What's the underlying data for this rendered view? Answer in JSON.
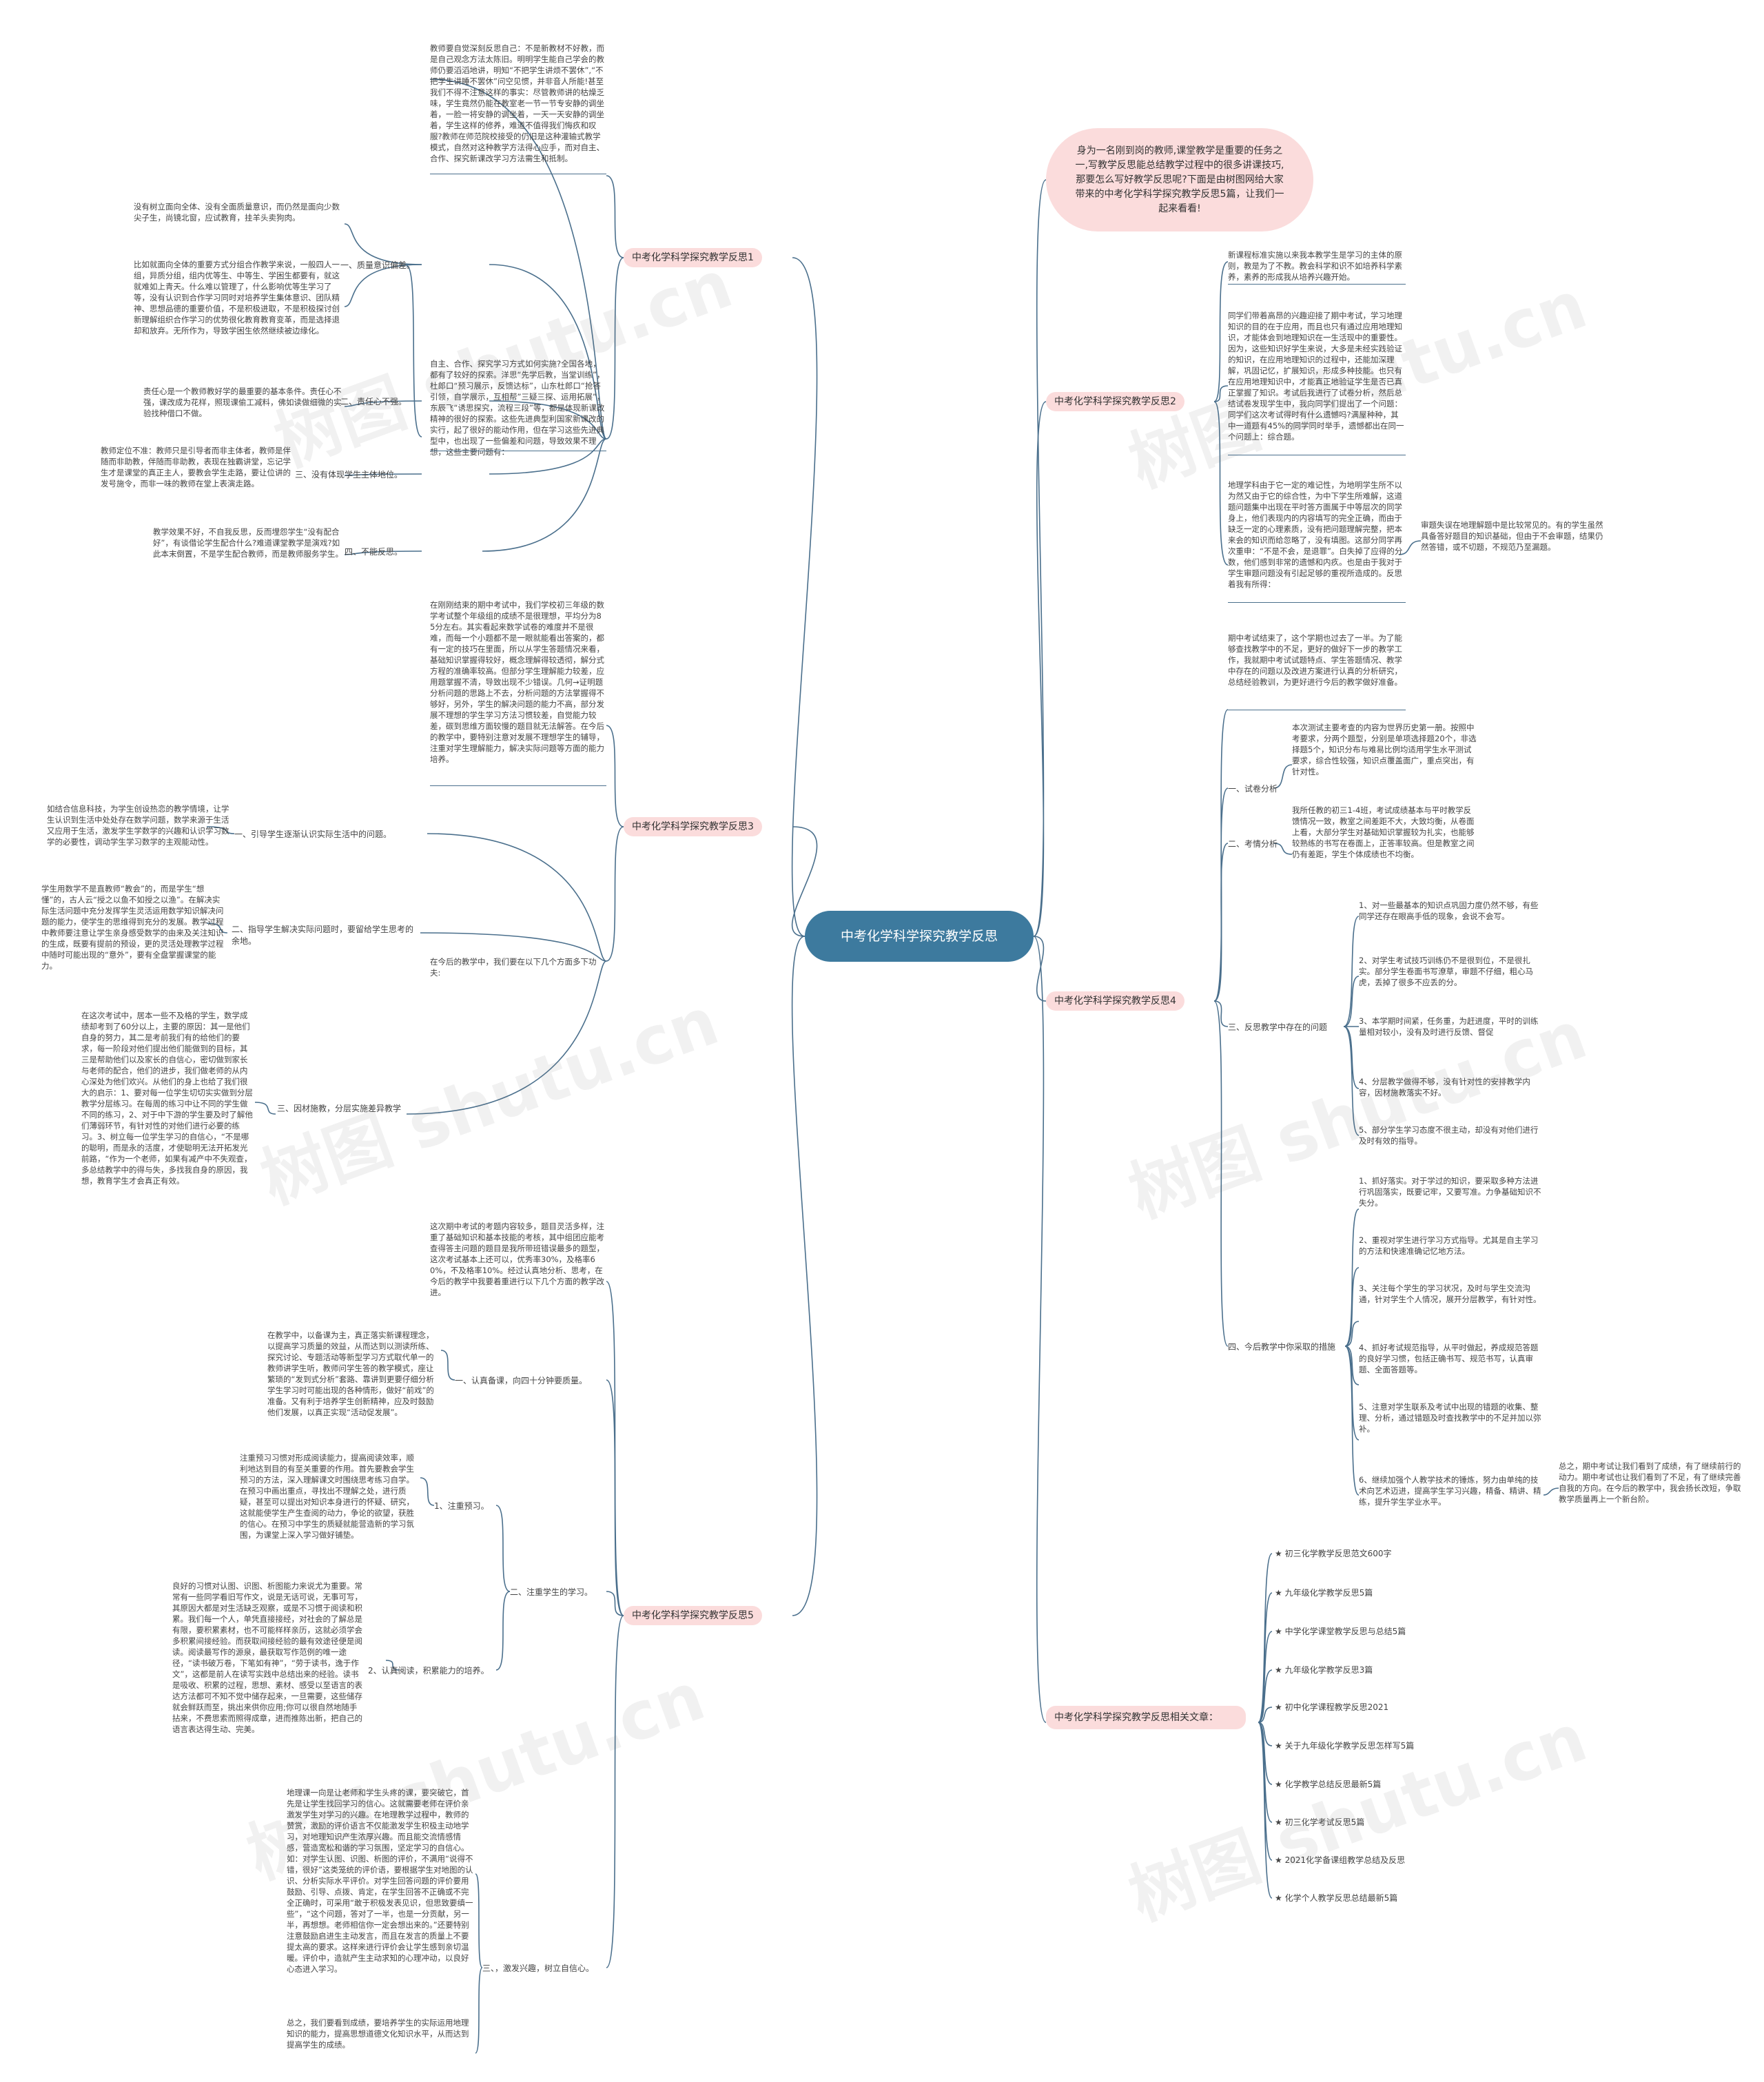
{
  "colors": {
    "center": "#3d7a9e",
    "branch": "#fbdcdc",
    "line": "#4a6f8c"
  },
  "center": "中考化学科学探究教学反思",
  "intro": "身为一名刚到岗的教师,课堂教学是重要的任务之一,写教学反思能总结教学过程中的很多讲课技巧,那要怎么写好教学反思呢?下面是由树图网给大家带来的中考化学科学探究教学反思5篇，让我们一起来看看!",
  "watermark": "树图 shutu.cn",
  "b1": {
    "title": "中考化学科学探究教学反思1",
    "intro_text": "教师要自觉深刻反思自己：不是新教材不好教，而是自己观念方法太陈旧。明明学生能自己学会的教师仍要滔滔地讲，明知“不把学生讲烦不罢休”,“不把学生讲睡不罢休”问空见惯，并非音人所能!甚至我们不得不注意这样的事实：尽管教师讲的枯燥乏味，学生竟然仍能在教室老一节一节专安静的调坐着，一脸一将安静的调坐着，一天一天安静的调坐着，学生这样的修养，难道不值得我们悔疚和叹服?教师在师范院校接受的仍旧是这种灌输式教学模式，自然对这种教学方法得心应手，而对自主、合作、探究新课改学习方法需生和抵制。",
    "s1_label": "一、质量意识偏差。",
    "s1_a": "没有树立面向全体、没有全面质量意识，而仍然是面向少数尖子生，尚镜北窗，应试教育，挂羊头卖狗肉。",
    "s1_b": "比如就面向全体的重要方式分组合作教学来说，一般四人一组，异质分组，组内优等生、中等生、学困生都要有，就这就难如上青天。什么难以管理了，什么影响优等生学习了等，没有认识到合作学习同时对培养学生集体意识、团队精神、思想品德的重要价值，不是积极进取，不是积极探讨创新理解组织合作学习的优势很化教育教育变革，而是选择退却和放弃。无所作为，导致学困生依然继续被边缘化。",
    "s1_c": "自主、合作、探究学习方式如何实施?全国各地，都有了较好的探索。洋思“先学后教，当堂训练”，杜郎口“预习展示，反馈达标”，山东杜郎口“抢答引领，自学展示，互相帮”三疑三探、运用拓展”，东辰飞“诱思探究，流程三段”等，都是体现新课改精神的很好的探索。这些先进典型利国家新课改的实行，起了很好的能动作用，但在学习这些先进典型中，也出现了一些偏差和问题，导致效果不理想，这些主要问题有：",
    "s2_label": "二、责任心不强。",
    "s2_a": "责任心是一个教师教好学的最重要的基本条件。责任心不强，课改成为花样，照现课偷工减料，佛如读做细微的实验找种借口不做。",
    "s3_label": "三、没有体现学生主体地位。",
    "s3_a": "教师定位不准：教师只是引导者而非主体者，教师是伴随而非助教，伴随而非助教，表现在独霸讲堂，忘记学生才是课堂的真正主人，要教会学生走路，要让位讲的发号施令，而非一味的教师在堂上表演走路。",
    "s4_label": "四、不能反思。",
    "s4_a": "教学效果不好，不自我反思，反而埋怨学生“没有配合好”，有谈借论学生配合什么?难道课堂教学是演戏?如此本末倒置，不是学生配合教师，而是教师服务学生。"
  },
  "b2": {
    "title": "中考化学科学探究教学反思2",
    "p1": "新课程标准实施以来我本教学生是学习的主体的原则，教是为了不教。教会科学和识不如培养科学素养，素养的形成我从培养兴趣开始。",
    "p2": "同学们带着高昂的兴趣迎接了期中考试，学习地理知识的目的在于应用，而且也只有通过应用地理知识，才能体会到地理知识在一生活现中的重要性。因为，这些知识好学生来说，大多是未经实践验证的知识，在应用地理知识的过程中，还能加深理解，巩固记忆，扩展知识，形成多种技能。也只有在应用地理知识中，才能真正地验证学生是否已真正掌握了知识。考试后我进行了试卷分析，然后总结试卷发现学生中，我向同学们提出了一个问题：同学们这次考试得时有什么遗憾吗?满屋种种，其中一道题有45%的同学同时举手，遗憾都出在同一个问题上：综合题。",
    "p3": "地理学科由于它一定的难记性，为地明学生所不以为然又由于它的综合性，为中下学生所难解，这道题问题集中出现在平时答方面属于中等层次的同学身上，他们表现内的内容填写的完全正确，而由于缺乏一定的心理素质，没有把问题理解完整，把本来会的知识而给忽略了，没有填图。这部分同学再次重申：“不是不会，是退罪”。白失掉了应得的分数，他们感到非常的遗憾和内疚。也是由于我对于学生审题问题没有引起足够的重视所造成的。反思着我有所得：",
    "p3_side": "审题失误在地理解题中是比较常见的。有的学生虽然具备答好题目的知识基础，但由于不会审题，结果仍然答错，或不切题，不规范乃至漏题。"
  },
  "b3": {
    "title": "中考化学科学探究教学反思3",
    "intro_text": "在刚刚结束的期中考试中，我们学校初三年级的数学考试整个年级组的成绩不是很理想，平均分为85分左右。其实看起来数学试卷的难度并不是很难，而每一个小题都不是一眼就能看出答案的，都有一定的技巧在里面，所以从学生答题情况来看，基础知识掌握得较好，概念理解得较透彻，解分式方程的准确率较高。但部分学生理解能力较差，应用题掌握不清，导致出现不少错误。几何→证明题分析问题的思路上不去，分析问题的方法掌握得不够好，另外，学生的解决问题的能力不高，部分发展不理想的学生学习方法习惯较差，自觉能力较差，碳到思维方面较慢的题目就无法解答。在今后的教学中，要特别注意对发展不理想学生的辅导，注重对学生理解能力，解决实际问题等方面的能力培养。",
    "bottom_text": "在今后的教学中，我们要在以下几个方面多下功夫:",
    "s1_label": "一、引导学生逐渐认识实际生活中的问题。",
    "s1_a": "如结合信息科技，为学生创设热恋的教学情境，让学生认识到生活中处处存在数学问题，数学来源于生活又应用于生活，激发学生学数学的兴趣和认识学习数学的必要性，调动学生学习数学的主观能动性。",
    "s2_label": "二、指导学生解决实际问题时，要留给学生思考的余地。",
    "s2_a": "学生用数学不是直教师“教会”的，而是学生“想懂”的，古人云“授之以鱼不如授之以渔”。在解决实际生活问题中充分发挥学生灵活运用数学知识解决问题的能力，使学生的思维得到充分的发展。教学过程中教师要注意让学生亲身感受数学的由来及关注知识的生成，既要有提前的预设，更的灵活处理教学过程中随时可能出现的“意外”，要有全盘掌握课堂的能力。",
    "s3_label": "三、因材施教，分层实施差异教学",
    "s3_a": "在这次考试中，居本一些不及格的学生，数学成绩却考到了60分以上，主要的原因：其一是他们自身的努力，其二是考前我们有的给他们的要求，每一阶段对他们提出他们能做到的目标，其三是帮助他们以及家长的自信心，密切做到家长与老师的配合，他们的进步，我们做老师的从内心深处为他们欢兴。从他们的身上也给了我们很大的启示：1、要对每一位学生切切实实做到分层教学分层练习。在每周的练习中让不同的学生做不同的练习，2、对于中下游的学生要及时了解他们薄弱环节，有针对性的对他们进行必要的练习。3、树立每一位学生学习的自信心，“不是哪的聪明，而是永的活度，才使聪明无法开拓发光前路，“作为一个老师，如果有减产中不失观查，多总结教学中的得与失，多找我自身的原因，我想，教育学生才会真正有效。"
  },
  "b4": {
    "title": "中考化学科学探究教学反思4",
    "intro_text": "期中考试结束了，这个学期也过去了一半。为了能够查找教学中的不足，更好的做好下一步的教学工作，我就期中考试试题特点、学生答题情况、教学中存在的问题以及改进方案进行认真的分析研究，总结经验教训，为更好进行今后的教学做好准备。",
    "s1_label": "一、试卷分析",
    "s1_a": "本次测试主要考查的内容为世界历史第一册。按照中考要求，分两个题型，分别是单项选择题20个，非选择题5个，知识分布与难易比例均适用学生水平测试要求，综合性较强，知识点覆盖面广，重点突出，有针对性。",
    "s2_label": "二、考情分析",
    "s2_a": "我所任教的初三1-4班，考试成绩基本与平时教学反馈情况一致，教室之间差距不大，大致均衡，从卷面上看，大部分学生对基础知识掌握较为扎实，也能够较熟练的书写在卷面上，正答率较高。但是教室之间仍有差距，学生个体成绩也不均衡。",
    "s3_label": "三、反思教学中存在的问题",
    "s3_items": [
      "1、对一些最基本的知识点巩固力度仍然不够，有些同学还存在眼高手低的现象，会说不会写。",
      "2、对学生考试技巧训练仍不是很到位，不是很扎实。部分学生卷面书写潦草，审题不仔细，粗心马虎，丢掉了很多不应丢的分。",
      "3、本学期时间紧，任务重，为赶进度，平时的训练量相对较小，没有及时进行反馈、督促",
      "4、分层教学做得不够，没有针对性的安排教学内容，因材施教落实不好。",
      "5、部分学生学习态度不很主动，却没有对他们进行及时有效的指导。"
    ],
    "s4_label": "四、今后教学中你采取的措施",
    "s4_items": [
      "1、抓好落实。对于学过的知识，要采取多种方法进行巩固落实，既要记牢，又要写准。力争基础知识不失分。",
      "2、重视对学生进行学习方式指导。尤其是自主学习的方法和快速准确记忆地方法。",
      "3、关注每个学生的学习状况，及时与学生交流沟通，针对学生个人情况，展开分层教学，有针对性。",
      "4、抓好考试规范指导，从平时做起，养成规范答题的良好学习惯，包括正确书写、规范书写，认真审题、全面答题等。",
      "5、注意对学生联系及考试中出现的错题的收集、整理、分析，通过错题及时查找教学中的不足并加以弥补。",
      "6、继续加强个人教学技术的锤炼，努力由单纯的技术向艺术迈进，提高学生学习兴趣，精备、精讲、精练，提升学生学业水平。"
    ],
    "s4_side": "总之，期中考试让我们看到了成绩，有了继续前行的动力。期中考试也让我们看到了不足，有了继续完善自我的方向。在今后的教学中，我会扬长改短，争取教学质量再上一个新台阶。"
  },
  "b5": {
    "title": "中考化学科学探究教学反思5",
    "intro_text": "这次期中考试的考题内容较多，题目灵活多样，注重了基础知识和基本技能的考核，其中组团应能考查得答主问题的题目是我所带班错误最多的题型，这次考试基本上还可以，优秀率30%，及格率60%，不及格率10%。经过认真地分析、思考，在今后的教学中我要着重进行以下几个方面的教学改进。",
    "s1_label": "一、认真备课，向四十分钟要质量。",
    "s1_a": "在教学中，以备课为主，真正落实新课程理念，以提高学习质量的效益，从而达到以测读所练、探究讨论、专题活动等新型学习方式取代单一的教师讲学生听，教师问学生答的教学模式，座让繁琐的“发到式分析”套路、靠讲到更要仔细分析学生学习时可能出现的各种情形，做好“前戏”的准备。又有利于培养学生创新精神，应及时鼓励他们发展，以真正实现“活动促发展”。",
    "s2_label": "二、注重学生的学习。",
    "s2_1_label": "1、注重预习。",
    "s2_1_a": "注重预习习惯对形成阅读能力，提高阅读效率，顺利地达到目的有至关重要的作用。首先要教会学生预习的方法，深入理解课文时围绕思考练习自学。在预习中画出重点，寻找出不理解之处，进行质疑，甚至可以提出对知识本身进行的怀疑、研究，这就能使学生产生查阅的动力，争论的欲望，获胜的信心。在预习中学生的质疑就能营造新的学习氛围，为课堂上深入学习做好铺垫。",
    "s2_2_label": "2、认真阅读，积累能力的培养。",
    "s2_2_a": "良好的习惯对认图、识图、析图能力来说尤为重要。常常有一些同学看旧写作文，说是无话可说，无事可写，其原因大都是对生活缺乏观察，或是不习惯于阅读和积累。我们每一个人，单凭直接接经，对社会的了解总是有限，要积累素材，也不可能样样亲历，这就必须学会多积累间接经验。而获取间接经验的最有效途径便是阅读。阅读最写作的源泉，最获取写作范例的唯一途径，“读书破万卷，下笔如有神”，“劳于读书，逸于作文”，这都是前人在读写实践中总结出来的经验。读书是吸收、积累的过程，思想、素材、感受以至语言的表达方法都可不知不觉中储存起来，一旦需要，这些储存就会鲜跃而至，挑出来供你应用;你可以很自然地随手拈来，不费思索而照得成章，进而推陈出新，把自己的语言表达得生动、完美。",
    "s3_label": "三、，激发兴趣，树立自信心。",
    "s3_a": "地理课一向是让老师和学生头疼的课，要突破它，首先是让学生找回学习的信心。这就需要老师在评价亲激发学生对学习的兴趣。在地理教学过程中，教师的赞赏，激励的评价语言不仅能激发学生积极主动地学习，对地理知识产生浓厚兴趣。而且能交流情感情感，营造宽松和谐的学习氛围，坚定学习的自信心。如：对学生认图、识图、析图的评价，不满用“说得不错，很好”这类笼统的评价语，要根据学生对地图的认识、分析实际水平评价。对学生回答问题的评价要用鼓励、引导、点拨、肯定，在学生回答不正确或不完全正确时，可采用“敢于积极发表见识，但思致要缜一些”，“这个问题，答对了一半，也是一分贡献，另一半，再想想。老师相信你一定会想出来的。”还要特别注意鼓励启进生主动发言，而且在发言的质量上不要提太高的要求。这样来进行评价会让学生感到亲切温暖。评价中，造就产生主动求知的心理冲动，以良好心态进入学习。",
    "s3_b": "总之，我们要看到成绩，要培养学生的实际运用地理知识的能力，提高思想道德文化知识水平，从而达到提高学生的成绩。"
  },
  "b6": {
    "title": "中考化学科学探究教学反思相关文章：",
    "items": [
      "★ 初三化学教学反思范文600字",
      "★ 九年级化学教学反思5篇",
      "★ 中学化学课堂教学反思与总结5篇",
      "★ 九年级化学教学反思3篇",
      "★ 初中化学课程教学反思2021",
      "★ 关于九年级化学教学反思怎样写5篇",
      "★ 化学教学总结反思最新5篇",
      "★ 初三化学考试反思5篇",
      "★ 2021化学备课组教学总结及反思",
      "★ 化学个人教学反思总结最新5篇"
    ]
  }
}
